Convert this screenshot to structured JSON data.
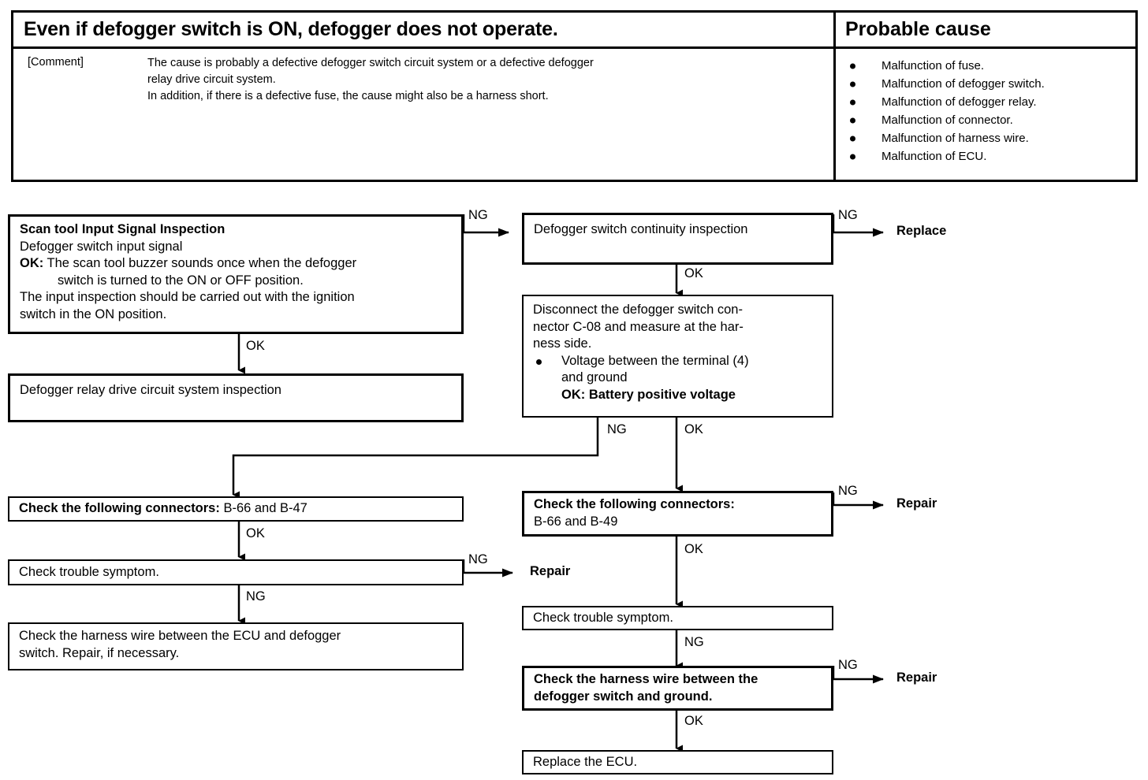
{
  "header": {
    "symptom_title": "Even if defogger switch is ON, defogger does not operate.",
    "probable_cause_title": "Probable cause",
    "comment_label": "[Comment]",
    "comment_lines": [
      "The cause is probably a defective defogger switch circuit system or a defective defogger",
      "relay drive circuit system.",
      "In addition, if there is a defective fuse, the cause might also be a harness short."
    ],
    "probable_causes": [
      "Malfunction of fuse.",
      "Malfunction of defogger switch.",
      "Malfunction of defogger relay.",
      "Malfunction of connector.",
      "Malfunction of harness wire.",
      "Malfunction of ECU."
    ]
  },
  "flowchart": {
    "nodes": {
      "scan_tool": {
        "title": "Scan tool Input Signal Inspection",
        "line2": "Defogger switch input signal",
        "ok_prefix": "OK:",
        "ok_text": " The scan tool buzzer sounds once when the defogger",
        "ok_cont": "switch is turned to the ON or OFF position.",
        "line5": "The input inspection should be carried out with the ignition",
        "line6": "switch in the ON position."
      },
      "relay_drive": {
        "label": "Defogger relay drive circuit system inspection"
      },
      "continuity": {
        "label": "Defogger switch continuity inspection"
      },
      "disconnect": {
        "line1": "Disconnect the defogger switch con-",
        "line2": "nector C-08 and measure at the har-",
        "line3": "ness side.",
        "bullet1": "Voltage between the terminal (4)",
        "bullet1_cont": "and ground",
        "ok_prefix": "OK:",
        "ok_text": " Battery positive voltage"
      },
      "connectors_left": {
        "bold": "Check the following connectors:",
        "normal": " B-66 and B-47"
      },
      "connectors_right": {
        "bold": "Check the following connectors:",
        "line2": "B-66 and B-49"
      },
      "trouble_left": {
        "label": "Check trouble symptom."
      },
      "trouble_right": {
        "label": "Check trouble symptom."
      },
      "harness_ecu": {
        "line1": "Check the harness wire between the ECU and defogger",
        "line2": "switch. Repair, if necessary."
      },
      "harness_ground": {
        "line1": "Check the harness wire between the",
        "line2": "defogger switch and ground."
      },
      "replace_ecu": {
        "label": "Replace the ECU."
      }
    },
    "edge_labels": {
      "scan_ng": "NG",
      "scan_ok": "OK",
      "continuity_ng": "NG",
      "continuity_ok": "OK",
      "disconnect_ng": "NG",
      "disconnect_ok": "OK",
      "conn_left_ok": "OK",
      "trouble_left_ng_side": "NG",
      "trouble_left_ng_down": "NG",
      "conn_right_ng": "NG",
      "conn_right_ok": "OK",
      "trouble_right_ng": "NG",
      "harness_ground_ng": "NG",
      "harness_ground_ok": "OK"
    },
    "terminals": {
      "replace": "Replace",
      "repair_left": "Repair",
      "repair_right_top": "Repair",
      "repair_right_bottom": "Repair"
    }
  }
}
